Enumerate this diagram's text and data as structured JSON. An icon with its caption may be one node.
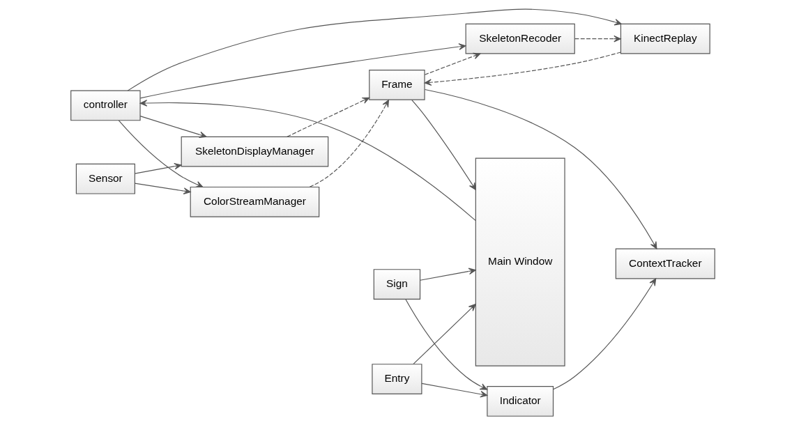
{
  "diagram": {
    "nodes": [
      {
        "text": [
          "controller"
        ]
      },
      {
        "text": [
          "ColorStreamManager"
        ]
      },
      {
        "text": [
          "SkeletonRecoder"
        ]
      },
      {
        "text": [
          "KinectReplay"
        ]
      },
      {
        "text": [
          "Sensor"
        ]
      },
      {
        "text": [
          "SkeletonDisplayManager"
        ]
      },
      {
        "text": [
          "Frame"
        ]
      },
      {
        "text": [
          "ContextTracker"
        ]
      },
      {
        "text": [
          "Sign"
        ]
      },
      {
        "text": [
          "Indicator"
        ]
      },
      {
        "text": [
          "Entry"
        ]
      },
      {
        "text": [
          "Main Window"
        ]
      }
    ],
    "edges": [
      {
        "from": 11,
        "to": 0,
        "arrow": "to"
      },
      {
        "from": 0,
        "to": 2,
        "arrow": "to"
      },
      {
        "from": 0,
        "to": 1,
        "arrow": "to"
      },
      {
        "from": 0,
        "to": 3,
        "arrow": "to"
      },
      {
        "from": 0,
        "to": 5,
        "arrow": "to"
      },
      {
        "from": 2,
        "to": 3,
        "arrow": "to",
        "style": "dashed"
      },
      {
        "from": 4,
        "to": 1,
        "arrow": "to"
      },
      {
        "from": 4,
        "to": 5,
        "arrow": "to"
      },
      {
        "from": 1,
        "to": 6,
        "arrow": "to",
        "style": "dashed"
      },
      {
        "from": 5,
        "to": 6,
        "arrow": "to",
        "style": "dashed"
      },
      {
        "from": 3,
        "to": 6,
        "arrow": "to",
        "style": "dashed"
      },
      {
        "from": 6,
        "to": 2,
        "arrow": "to",
        "style": "dashed"
      },
      {
        "from": 6,
        "to": 11,
        "arrow": "to"
      },
      {
        "from": 6,
        "to": 7,
        "arrow": "to"
      },
      {
        "from": 9,
        "to": 7,
        "arrow": "to"
      },
      {
        "from": 8,
        "to": 9,
        "arrow": "to"
      },
      {
        "from": 10,
        "to": 9,
        "arrow": "to"
      },
      {
        "from": 8,
        "to": 11,
        "arrow": "to"
      },
      {
        "from": 10,
        "to": 11,
        "arrow": "to"
      }
    ]
  }
}
